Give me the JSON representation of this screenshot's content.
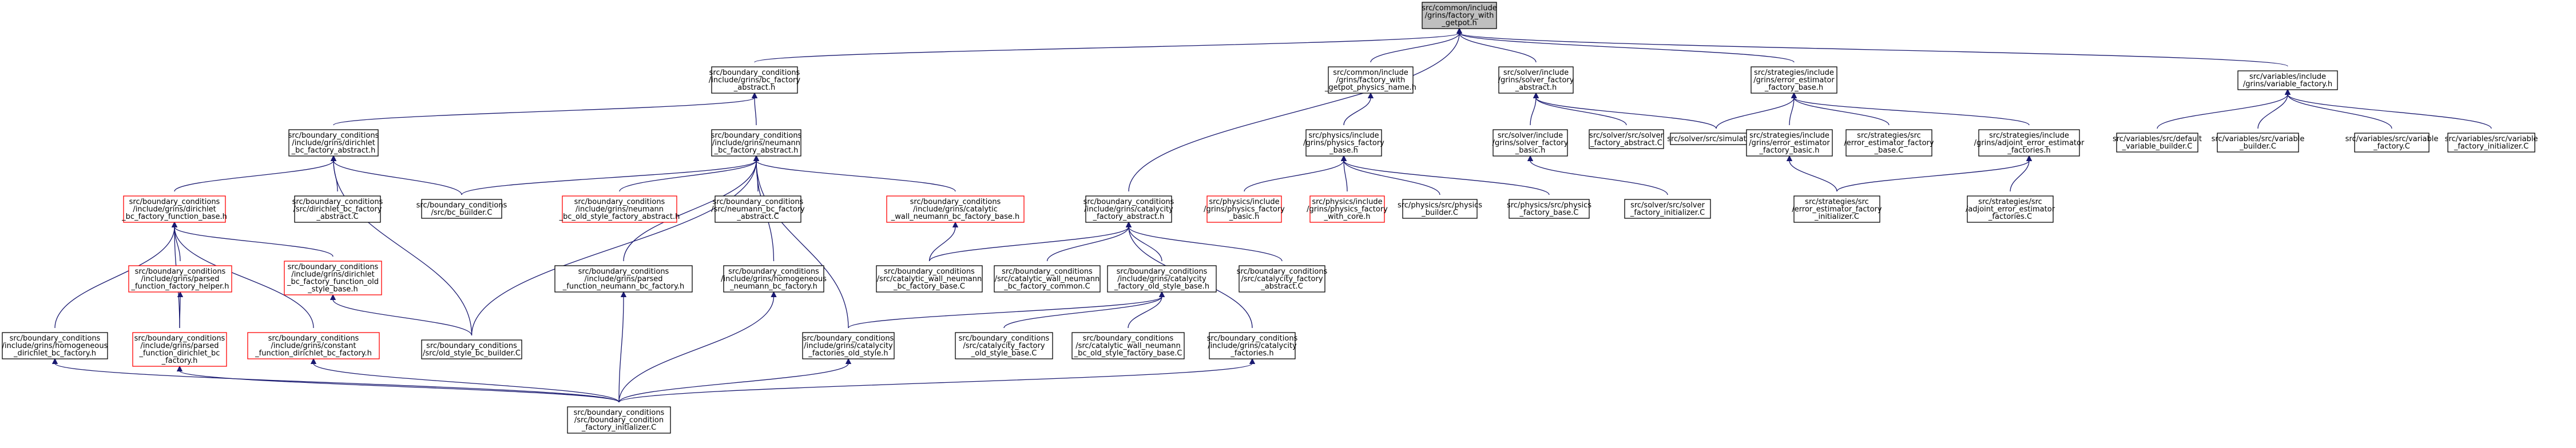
{
  "graph": {
    "colors": {
      "edge": "#191970",
      "node_border": "#000000",
      "node_border_incomplete": "#ff0000",
      "root_fill": "#bfbfbf"
    },
    "nodes": [
      {
        "id": "getpot",
        "lines": [
          "src/common/include",
          "/grins/factory_with",
          "_getpot.h"
        ],
        "root": true
      },
      {
        "id": "bc_factory_abstract",
        "lines": [
          "src/boundary_conditions",
          "/include/grins/bc_factory",
          "_abstract.h"
        ]
      },
      {
        "id": "getpot_physics_name",
        "lines": [
          "src/common/include",
          "/grins/factory_with",
          "_getpot_physics_name.h"
        ]
      },
      {
        "id": "solver_factory_abstract",
        "lines": [
          "src/solver/include",
          "/grins/solver_factory",
          "_abstract.h"
        ]
      },
      {
        "id": "error_estimator_factory_base",
        "lines": [
          "src/strategies/include",
          "/grins/error_estimator",
          "_factory_base.h"
        ]
      },
      {
        "id": "variable_factory",
        "lines": [
          "src/variables/include",
          "/grins/variable_factory.h"
        ]
      },
      {
        "id": "dirichlet_bc_factory_abstract",
        "lines": [
          "src/boundary_conditions",
          "/include/grins/dirichlet",
          "_bc_factory_abstract.h"
        ]
      },
      {
        "id": "neumann_bc_factory_abstract",
        "lines": [
          "src/boundary_conditions",
          "/include/grins/neumann",
          "_bc_factory_abstract.h"
        ]
      },
      {
        "id": "physics_factory_base",
        "lines": [
          "src/physics/include",
          "/grins/physics_factory",
          "_base.h"
        ]
      },
      {
        "id": "solver_factory_basic",
        "lines": [
          "src/solver/include",
          "/grins/solver_factory",
          "_basic.h"
        ]
      },
      {
        "id": "solver_factory_abstract_c",
        "lines": [
          "src/solver/src/solver",
          "_factory_abstract.C"
        ]
      },
      {
        "id": "simulation_c",
        "lines": [
          "src/solver/src/simulation.C"
        ]
      },
      {
        "id": "error_estimator_factory_basic",
        "lines": [
          "src/strategies/include",
          "/grins/error_estimator",
          "_factory_basic.h"
        ]
      },
      {
        "id": "error_estimator_factory_base_c",
        "lines": [
          "src/strategies/src",
          "/error_estimator_factory",
          "_base.C"
        ]
      },
      {
        "id": "adjoint_error_estimator_factories",
        "lines": [
          "src/strategies/include",
          "/grins/adjoint_error_estimator",
          "_factories.h"
        ]
      },
      {
        "id": "default_variable_builder",
        "lines": [
          "src/variables/src/default",
          "_variable_builder.C"
        ]
      },
      {
        "id": "variable_builder",
        "lines": [
          "src/variables/src/variable",
          "_builder.C"
        ]
      },
      {
        "id": "variable_factory_c",
        "lines": [
          "src/variables/src/variable",
          "_factory.C"
        ]
      },
      {
        "id": "variable_factory_initializer",
        "lines": [
          "src/variables/src/variable",
          "_factory_initializer.C"
        ]
      },
      {
        "id": "dirichlet_bc_factory_function_base",
        "lines": [
          "src/boundary_conditions",
          "/include/grins/dirichlet",
          "_bc_factory_function_base.h"
        ],
        "incomplete": true
      },
      {
        "id": "dirichlet_bc_factory_abstract_c",
        "lines": [
          "src/boundary_conditions",
          "/src/dirichlet_bc_factory",
          "_abstract.C"
        ]
      },
      {
        "id": "bc_builder",
        "lines": [
          "src/boundary_conditions",
          "/src/bc_builder.C"
        ]
      },
      {
        "id": "neumann_bc_old_style_factory_abstract",
        "lines": [
          "src/boundary_conditions",
          "/include/grins/neumann",
          "_bc_old_style_factory_abstract.h"
        ],
        "incomplete": true
      },
      {
        "id": "neumann_bc_factory_abstract_c",
        "lines": [
          "src/boundary_conditions",
          "/src/neumann_bc_factory",
          "_abstract.C"
        ]
      },
      {
        "id": "catalytic_wall_neumann_bc_factory_base",
        "lines": [
          "src/boundary_conditions",
          "/include/grins/catalytic",
          "_wall_neumann_bc_factory_base.h"
        ],
        "incomplete": true
      },
      {
        "id": "catalycity_factory_abstract",
        "lines": [
          "src/boundary_conditions",
          "/include/grins/catalycity",
          "_factory_abstract.h"
        ]
      },
      {
        "id": "physics_factory_basic",
        "lines": [
          "src/physics/include",
          "/grins/physics_factory",
          "_basic.h"
        ],
        "incomplete": true
      },
      {
        "id": "physics_factory_with_core",
        "lines": [
          "src/physics/include",
          "/grins/physics_factory",
          "_with_core.h"
        ],
        "incomplete": true
      },
      {
        "id": "physics_builder",
        "lines": [
          "src/physics/src/physics",
          "_builder.C"
        ]
      },
      {
        "id": "physics_factory_base_c",
        "lines": [
          "src/physics/src/physics",
          "_factory_base.C"
        ]
      },
      {
        "id": "solver_factory_initializer",
        "lines": [
          "src/solver/src/solver",
          "_factory_initializer.C"
        ]
      },
      {
        "id": "error_estimator_factory_initializer",
        "lines": [
          "src/strategies/src",
          "/error_estimator_factory",
          "_initializer.C"
        ]
      },
      {
        "id": "adjoint_error_estimator_factories_c",
        "lines": [
          "src/strategies/src",
          "/adjoint_error_estimator",
          "_factories.C"
        ]
      },
      {
        "id": "parsed_function_factory_helper",
        "lines": [
          "src/boundary_conditions",
          "/include/grins/parsed",
          "_function_factory_helper.h"
        ],
        "incomplete": true
      },
      {
        "id": "dirichlet_bc_factory_function_old_style_base",
        "lines": [
          "src/boundary_conditions",
          "/include/grins/dirichlet",
          "_bc_factory_function_old",
          "_style_base.h"
        ],
        "incomplete": true
      },
      {
        "id": "parsed_function_neumann_bc_factory",
        "lines": [
          "src/boundary_conditions",
          "/include/grins/parsed",
          "_function_neumann_bc_factory.h"
        ]
      },
      {
        "id": "homogeneous_neumann_bc_factory",
        "lines": [
          "src/boundary_conditions",
          "/include/grins/homogeneous",
          "_neumann_bc_factory.h"
        ]
      },
      {
        "id": "catalytic_wall_neumann_bc_factory_base_c",
        "lines": [
          "src/boundary_conditions",
          "/src/catalytic_wall_neumann",
          "_bc_factory_base.C"
        ]
      },
      {
        "id": "catalytic_wall_neumann_bc_factory_common",
        "lines": [
          "src/boundary_conditions",
          "/src/catalytic_wall_neumann",
          "_bc_factory_common.C"
        ]
      },
      {
        "id": "catalycity_factory_old_style_base",
        "lines": [
          "src/boundary_conditions",
          "/include/grins/catalycity",
          "_factory_old_style_base.h"
        ]
      },
      {
        "id": "catalycity_factory_abstract_c",
        "lines": [
          "src/boundary_conditions",
          "/src/catalycity_factory",
          "_abstract.C"
        ]
      },
      {
        "id": "homogeneous_dirichlet_bc_factory",
        "lines": [
          "src/boundary_conditions",
          "/include/grins/homogeneous",
          "_dirichlet_bc_factory.h"
        ]
      },
      {
        "id": "parsed_function_dirichlet_bc_factory",
        "lines": [
          "src/boundary_conditions",
          "/include/grins/parsed",
          "_function_dirichlet_bc",
          "_factory.h"
        ],
        "incomplete": true
      },
      {
        "id": "constant_function_dirichlet_bc_factory",
        "lines": [
          "src/boundary_conditions",
          "/include/grins/constant",
          "_function_dirichlet_bc_factory.h"
        ],
        "incomplete": true
      },
      {
        "id": "old_style_bc_builder",
        "lines": [
          "src/boundary_conditions",
          "/src/old_style_bc_builder.C"
        ]
      },
      {
        "id": "catalycity_factories_old_style",
        "lines": [
          "src/boundary_conditions",
          "/include/grins/catalycity",
          "_factories_old_style.h"
        ]
      },
      {
        "id": "catalycity_factory_old_style_base_c",
        "lines": [
          "src/boundary_conditions",
          "/src/catalycity_factory",
          "_old_style_base.C"
        ]
      },
      {
        "id": "catalytic_wall_neumann_bc_old_style_factory_base",
        "lines": [
          "src/boundary_conditions",
          "/src/catalytic_wall_neumann",
          "_bc_old_style_factory_base.C"
        ]
      },
      {
        "id": "catalycity_factories",
        "lines": [
          "src/boundary_conditions",
          "/include/grins/catalycity",
          "_factories.h"
        ]
      },
      {
        "id": "boundary_condition_factory_initializer",
        "lines": [
          "src/boundary_conditions",
          "/src/boundary_condition",
          "_factory_initializer.C"
        ]
      }
    ],
    "edges": [
      [
        "getpot",
        "bc_factory_abstract"
      ],
      [
        "getpot",
        "getpot_physics_name"
      ],
      [
        "getpot",
        "solver_factory_abstract"
      ],
      [
        "getpot",
        "error_estimator_factory_base"
      ],
      [
        "getpot",
        "variable_factory"
      ],
      [
        "getpot",
        "catalycity_factory_abstract"
      ],
      [
        "bc_factory_abstract",
        "dirichlet_bc_factory_abstract"
      ],
      [
        "bc_factory_abstract",
        "neumann_bc_factory_abstract"
      ],
      [
        "getpot_physics_name",
        "physics_factory_base"
      ],
      [
        "solver_factory_abstract",
        "solver_factory_basic"
      ],
      [
        "solver_factory_abstract",
        "solver_factory_abstract_c"
      ],
      [
        "solver_factory_abstract",
        "simulation_c"
      ],
      [
        "error_estimator_factory_base",
        "error_estimator_factory_basic"
      ],
      [
        "error_estimator_factory_base",
        "error_estimator_factory_base_c"
      ],
      [
        "error_estimator_factory_base",
        "adjoint_error_estimator_factories"
      ],
      [
        "error_estimator_factory_base",
        "simulation_c"
      ],
      [
        "variable_factory",
        "default_variable_builder"
      ],
      [
        "variable_factory",
        "variable_builder"
      ],
      [
        "variable_factory",
        "variable_factory_c"
      ],
      [
        "variable_factory",
        "variable_factory_initializer"
      ],
      [
        "dirichlet_bc_factory_abstract",
        "dirichlet_bc_factory_function_base"
      ],
      [
        "dirichlet_bc_factory_abstract",
        "dirichlet_bc_factory_abstract_c"
      ],
      [
        "dirichlet_bc_factory_abstract",
        "bc_builder"
      ],
      [
        "dirichlet_bc_factory_abstract",
        "old_style_bc_builder"
      ],
      [
        "neumann_bc_factory_abstract",
        "neumann_bc_old_style_factory_abstract"
      ],
      [
        "neumann_bc_factory_abstract",
        "neumann_bc_factory_abstract_c"
      ],
      [
        "neumann_bc_factory_abstract",
        "catalytic_wall_neumann_bc_factory_base"
      ],
      [
        "neumann_bc_factory_abstract",
        "parsed_function_neumann_bc_factory"
      ],
      [
        "neumann_bc_factory_abstract",
        "homogeneous_neumann_bc_factory"
      ],
      [
        "neumann_bc_factory_abstract",
        "bc_builder"
      ],
      [
        "neumann_bc_factory_abstract",
        "old_style_bc_builder"
      ],
      [
        "neumann_bc_factory_abstract",
        "catalycity_factories_old_style"
      ],
      [
        "physics_factory_base",
        "physics_factory_basic"
      ],
      [
        "physics_factory_base",
        "physics_factory_with_core"
      ],
      [
        "physics_factory_base",
        "physics_builder"
      ],
      [
        "physics_factory_base",
        "physics_factory_base_c"
      ],
      [
        "solver_factory_basic",
        "solver_factory_initializer"
      ],
      [
        "error_estimator_factory_basic",
        "error_estimator_factory_initializer"
      ],
      [
        "adjoint_error_estimator_factories",
        "error_estimator_factory_initializer"
      ],
      [
        "adjoint_error_estimator_factories",
        "adjoint_error_estimator_factories_c"
      ],
      [
        "dirichlet_bc_factory_function_base",
        "parsed_function_factory_helper"
      ],
      [
        "dirichlet_bc_factory_function_base",
        "dirichlet_bc_factory_function_old_style_base"
      ],
      [
        "dirichlet_bc_factory_function_base",
        "homogeneous_dirichlet_bc_factory"
      ],
      [
        "dirichlet_bc_factory_function_base",
        "parsed_function_dirichlet_bc_factory"
      ],
      [
        "dirichlet_bc_factory_function_base",
        "constant_function_dirichlet_bc_factory"
      ],
      [
        "catalytic_wall_neumann_bc_factory_base",
        "catalytic_wall_neumann_bc_factory_base_c"
      ],
      [
        "catalycity_factory_abstract",
        "catalycity_factory_old_style_base"
      ],
      [
        "catalycity_factory_abstract",
        "catalytic_wall_neumann_bc_factory_base_c"
      ],
      [
        "catalycity_factory_abstract",
        "catalytic_wall_neumann_bc_factory_common"
      ],
      [
        "catalycity_factory_abstract",
        "catalycity_factory_abstract_c"
      ],
      [
        "catalycity_factory_abstract",
        "catalycity_factories"
      ],
      [
        "parsed_function_factory_helper",
        "parsed_function_dirichlet_bc_factory"
      ],
      [
        "dirichlet_bc_factory_function_old_style_base",
        "old_style_bc_builder"
      ],
      [
        "catalycity_factory_old_style_base",
        "catalycity_factories_old_style"
      ],
      [
        "catalycity_factory_old_style_base",
        "catalycity_factory_old_style_base_c"
      ],
      [
        "catalycity_factory_old_style_base",
        "catalytic_wall_neumann_bc_old_style_factory_base"
      ],
      [
        "parsed_function_neumann_bc_factory",
        "boundary_condition_factory_initializer"
      ],
      [
        "homogeneous_neumann_bc_factory",
        "boundary_condition_factory_initializer"
      ],
      [
        "homogeneous_dirichlet_bc_factory",
        "boundary_condition_factory_initializer"
      ],
      [
        "parsed_function_dirichlet_bc_factory",
        "boundary_condition_factory_initializer"
      ],
      [
        "constant_function_dirichlet_bc_factory",
        "boundary_condition_factory_initializer"
      ],
      [
        "catalycity_factories_old_style",
        "boundary_condition_factory_initializer"
      ],
      [
        "catalycity_factories",
        "boundary_condition_factory_initializer"
      ]
    ]
  }
}
